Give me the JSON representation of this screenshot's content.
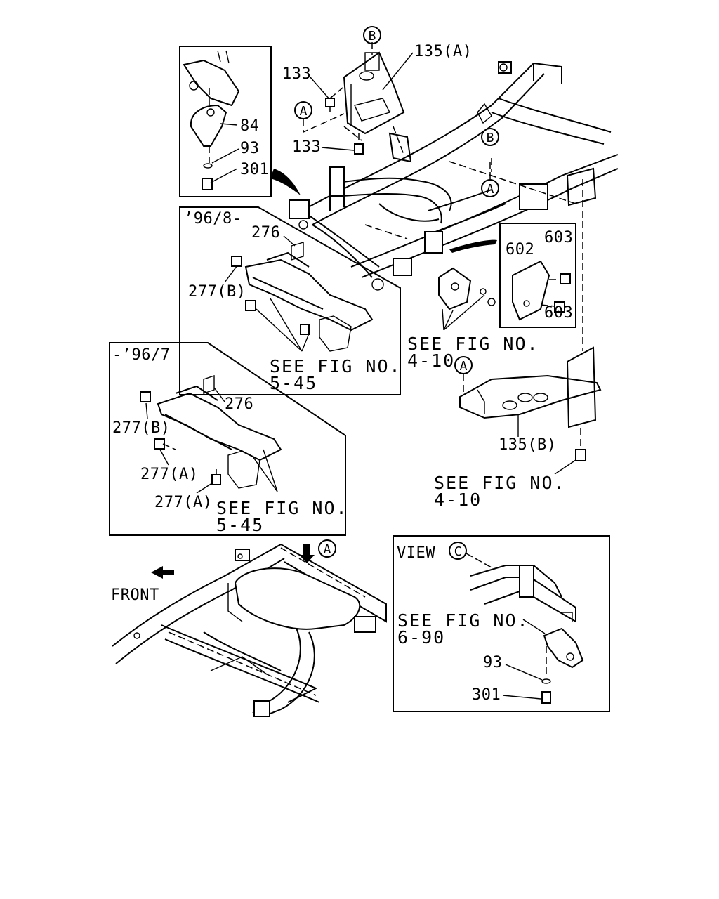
{
  "callouts": {
    "circle_b_top": "B",
    "part_135a": "135(A)",
    "part_133_upper": "133",
    "circle_a_upper_left": "A",
    "part_133_lower": "133",
    "circle_b_frame": "B",
    "circle_a_frame": "A",
    "part_84": "84",
    "part_93_inset": "93",
    "part_301_inset": "301",
    "range_later": "’96/8-",
    "part_276_later": "276",
    "part_277b_later": "277(B)",
    "see_fig_545_later_a": "SEE FIG NO.",
    "see_fig_545_later_b": "5-45",
    "part_602": "602",
    "part_603_top": "603",
    "part_603_bottom": "603",
    "see_fig_410_upper_a": "SEE FIG NO.",
    "see_fig_410_upper_b": "4-10",
    "circle_a_mid": "A",
    "part_135b": "135(B)",
    "see_fig_410_lower_a": "SEE FIG NO.",
    "see_fig_410_lower_b": "4-10",
    "range_earlier": "-’96/7",
    "part_276_earlier": "276",
    "part_277b_earlier": "277(B)",
    "part_277a_1": "277(A)",
    "part_277a_2": "277(A)",
    "see_fig_545_earlier_a": "SEE FIG NO.",
    "see_fig_545_earlier_b": "5-45",
    "circle_a_bottom": "A",
    "front_label": "FRONT",
    "view_label": "VIEW",
    "circle_c_view": "C",
    "see_fig_690_a": "SEE FIG NO.",
    "see_fig_690_b": "6-90",
    "part_93_view": "93",
    "part_301_view": "301"
  },
  "icons": {
    "front_arrow": "arrow-left-icon",
    "view_arrow": "arrow-down-right-icon"
  }
}
